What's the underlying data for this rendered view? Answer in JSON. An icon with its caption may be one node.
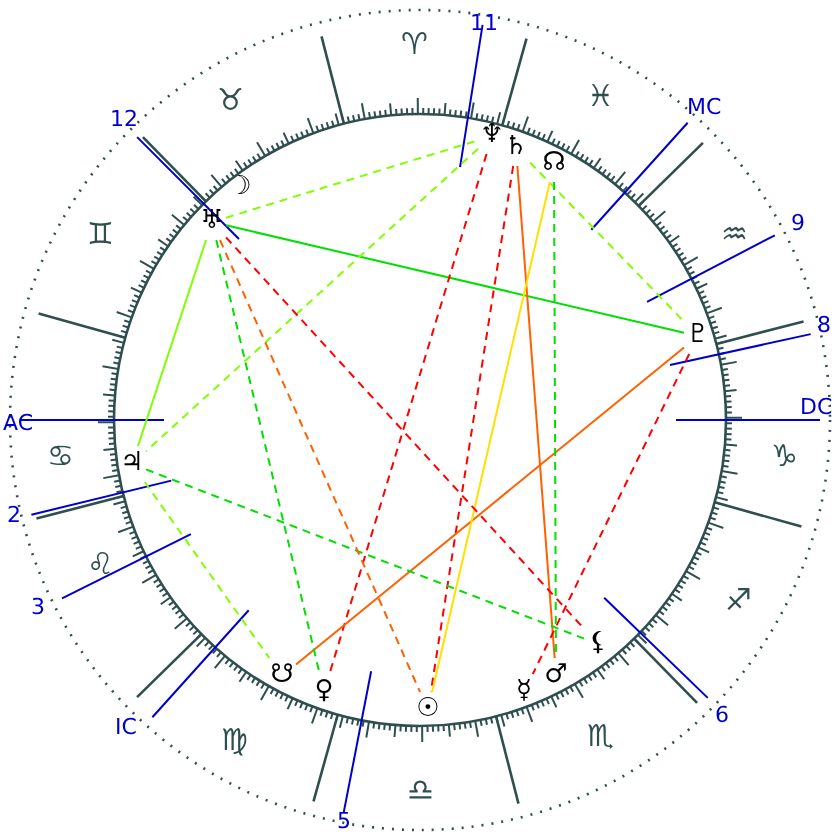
{
  "diagram": {
    "nodes": [
      {
        "text": [
          "☽"
        ]
      },
      {
        "text": [
          "♅"
        ]
      },
      {
        "text": [
          "♆"
        ]
      },
      {
        "text": [
          "♄"
        ]
      },
      {
        "text": [
          "☊"
        ]
      },
      {
        "text": [
          "♇"
        ]
      },
      {
        "text": [
          "♃"
        ]
      },
      {
        "text": [
          "☋"
        ]
      },
      {
        "text": [
          "♀"
        ]
      },
      {
        "text": [
          "☉"
        ]
      },
      {
        "text": [
          "☿"
        ]
      },
      {
        "text": [
          "♂"
        ]
      },
      {
        "text": [
          "⚸"
        ]
      }
    ],
    "edges": [
      {
        "from": 1,
        "to": 5,
        "arrow": "none",
        "color": "#00e000"
      },
      {
        "from": 1,
        "to": 2,
        "arrow": "none",
        "style": "dashed",
        "color": "#80ff00"
      },
      {
        "from": 6,
        "to": 1,
        "arrow": "none",
        "color": "#80ff00"
      },
      {
        "from": 3,
        "to": 5,
        "arrow": "none",
        "style": "dashed",
        "color": "#80ff00"
      },
      {
        "from": 2,
        "to": 8,
        "arrow": "none",
        "style": "dashed",
        "color": "#ff0000"
      },
      {
        "from": 3,
        "to": 11,
        "arrow": "none",
        "color": "#ff6000"
      },
      {
        "from": 3,
        "to": 9,
        "arrow": "none",
        "style": "dashed",
        "color": "#ff0000"
      },
      {
        "from": 5,
        "to": 7,
        "arrow": "none",
        "color": "#ff6000"
      },
      {
        "from": 5,
        "to": 10,
        "arrow": "none",
        "style": "dashed",
        "color": "#ff0000"
      },
      {
        "from": 1,
        "to": 8,
        "arrow": "none",
        "style": "dashed",
        "color": "#00e000"
      },
      {
        "from": 6,
        "to": 12,
        "arrow": "none",
        "style": "dashed",
        "color": "#00e000"
      },
      {
        "from": 6,
        "to": 7,
        "arrow": "none",
        "style": "dashed",
        "color": "#80ff00"
      },
      {
        "from": 4,
        "to": 11,
        "arrow": "none",
        "style": "dashed",
        "color": "#00e000"
      },
      {
        "from": 4,
        "to": 9,
        "arrow": "none",
        "color": "#ffe000"
      },
      {
        "from": 2,
        "to": 6,
        "arrow": "none",
        "style": "dashed",
        "color": "#80ff00"
      },
      {
        "from": 1,
        "to": 12,
        "arrow": "none",
        "style": "dashed",
        "color": "#ff0000"
      },
      {
        "from": 1,
        "to": 9,
        "arrow": "none",
        "style": "dashed",
        "color": "#ff6000"
      }
    ],
    "labels": [
      "11",
      "♈",
      "♓",
      "♉",
      "MC",
      "12",
      "9",
      "♒",
      "♊",
      "8",
      "DC",
      "AC",
      "♋",
      "♑",
      "2",
      "♌",
      "♐",
      "3",
      "6",
      "IC",
      "♍",
      "♏",
      "♎",
      "5"
    ]
  }
}
